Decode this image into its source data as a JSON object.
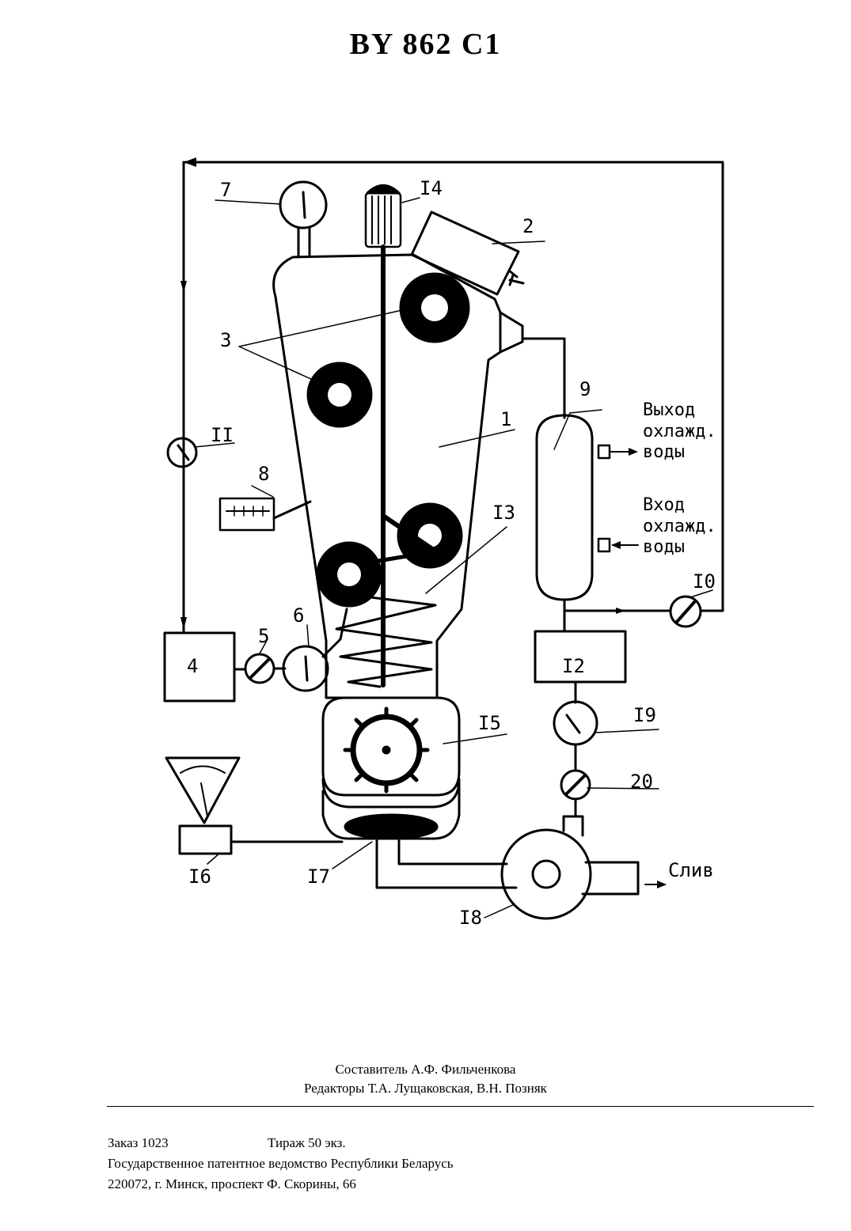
{
  "header": {
    "title": "BY 862 C1"
  },
  "figure": {
    "labels": {
      "n1": "1",
      "n2": "2",
      "n3": "3",
      "n4": "4",
      "n5": "5",
      "n6": "6",
      "n7": "7",
      "n8": "8",
      "n9": "9",
      "n10": "I0",
      "n11": "II",
      "n12": "I2",
      "n13": "I3",
      "n14": "I4",
      "n15": "I5",
      "n16": "I6",
      "n17": "I7",
      "n18": "I8",
      "n19": "I9",
      "n20": "20"
    },
    "outlet_water": [
      "Выход",
      "охлажд.",
      "воды"
    ],
    "inlet_water": [
      "Вход",
      "охлажд.",
      "воды"
    ],
    "drain": "Слив"
  },
  "credits": {
    "compiler": "Составитель А.Ф. Фильченкова",
    "editors": "Редакторы Т.А. Лущаковская, В.Н. Позняк"
  },
  "imprint": {
    "order": "Заказ  1023",
    "circulation": "Тираж 50 экз.",
    "office": "Государственное патентное ведомство Республики Беларусь",
    "address": "220072, г. Минск, проспект Ф. Скорины, 66"
  }
}
